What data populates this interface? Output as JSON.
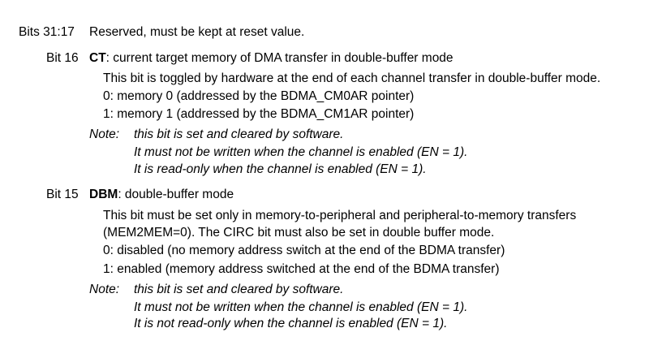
{
  "reserved": {
    "label": "Bits 31:17",
    "text": "Reserved, must be kept at reset value."
  },
  "bit16": {
    "label": "Bit 16",
    "name": "CT",
    "title_rest": ": current target memory of DMA transfer in double-buffer mode",
    "desc": "This bit is toggled by hardware at the end of each channel transfer in double-buffer mode.",
    "value0": "0: memory 0 (addressed by the BDMA_CM0AR pointer)",
    "value1": "1: memory 1 (addressed by the BDMA_CM1AR pointer)",
    "note_label": "Note:",
    "note_line1": "this bit is set and cleared by software.",
    "note_line2": "It must not be written when the channel is enabled (EN = 1).",
    "note_line3": "It is read-only when the channel is enabled (EN = 1)."
  },
  "bit15": {
    "label": "Bit 15",
    "name": "DBM",
    "title_rest": ": double-buffer mode",
    "desc_line1": "This bit must be set only in memory-to-peripheral and peripheral-to-memory transfers",
    "desc_line2": "(MEM2MEM=0). The CIRC bit must also be set in double buffer mode.",
    "value0": "0: disabled (no memory address switch at the end of the BDMA transfer)",
    "value1": "1: enabled (memory address switched at the end of the BDMA transfer)",
    "note_label": "Note:",
    "note_line1": "this bit is set and cleared by software.",
    "note_line2": "It must not be written when the channel is enabled (EN = 1).",
    "note_line3": "It is not read-only when the channel is enabled (EN = 1)."
  }
}
